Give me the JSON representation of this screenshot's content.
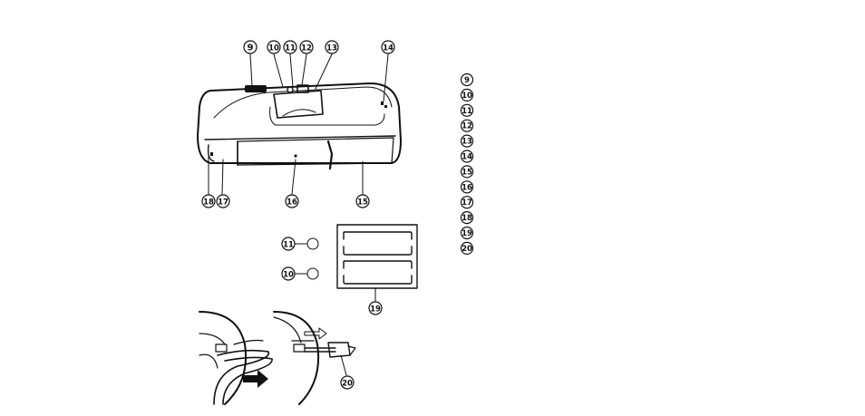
{
  "callouts": {
    "c9": "9",
    "c10": "10",
    "c11": "11",
    "c12": "12",
    "c13": "13",
    "c14": "14",
    "c15": "15",
    "c16": "16",
    "c17": "17",
    "c18": "18",
    "c19": "19",
    "c20": "20",
    "c11b": "11",
    "c10b": "10"
  },
  "legend": [
    "9",
    "10",
    "11",
    "12",
    "13",
    "14",
    "15",
    "16",
    "17",
    "18",
    "19",
    "20"
  ],
  "colors": {
    "ink": "#111111",
    "background": "#ffffff"
  }
}
